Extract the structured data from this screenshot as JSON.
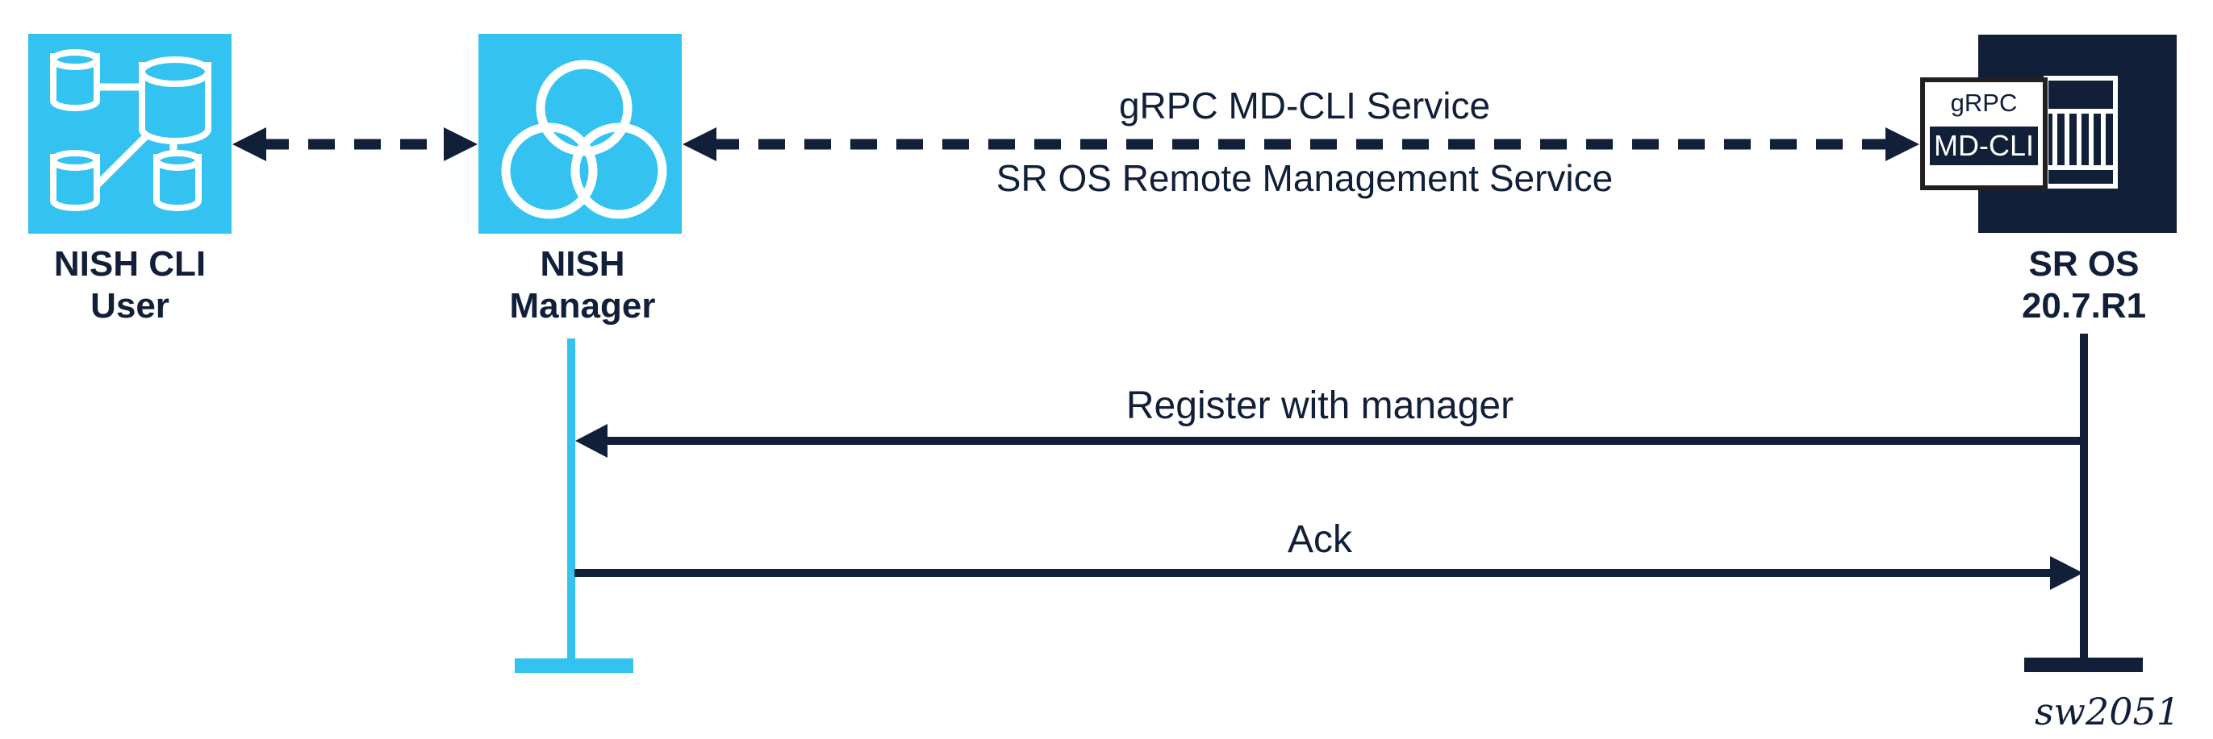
{
  "colors": {
    "cyan": "#34C3F0",
    "navy": "#111F38",
    "black": "#231F20",
    "white": "#FFFFFF"
  },
  "entities": {
    "nish_user": {
      "label_line1": "NISH CLI",
      "label_line2": "User",
      "icon": "database-network-icon"
    },
    "nish_manager": {
      "label_line1": "NISH",
      "label_line2": "Manager",
      "icon": "venn-circles-icon"
    },
    "sros": {
      "label_line1": "SR OS",
      "label_line2": "20.7.R1",
      "icon": "router-chassis-icon",
      "grpc_label": "gRPC",
      "mdcli_label": "MD-CLI"
    }
  },
  "links": {
    "service_label_top": "gRPC MD-CLI Service",
    "service_label_bottom": "SR OS Remote Management Service"
  },
  "messages": [
    {
      "label": "Register with manager",
      "from": "SR OS 20.7.R1",
      "to": "NISH Manager",
      "direction": "left"
    },
    {
      "label": "Ack",
      "from": "NISH Manager",
      "to": "SR OS 20.7.R1",
      "direction": "right"
    }
  ],
  "watermark": "sw2051"
}
